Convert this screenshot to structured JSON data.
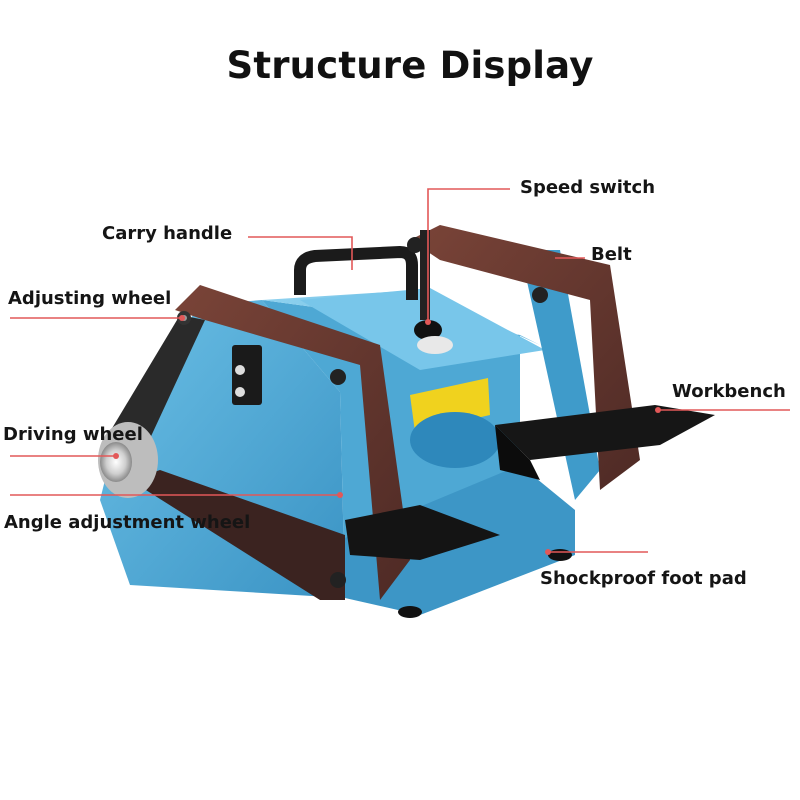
{
  "title": "Structure Display",
  "colors": {
    "body_blue": "#4fa9d6",
    "belt_brown": "#6b3a32",
    "leader_red": "#e25858",
    "black_part": "#1b1b1b",
    "motor_yellow": "#f0d21e"
  },
  "labels": {
    "speed_switch": "Speed switch",
    "carry_handle": "Carry handle",
    "belt": "Belt",
    "adjusting_wheel": "Adjusting wheel",
    "workbench": "Workbench",
    "driving_wheel": "Driving wheel",
    "angle_adjustment_wheel": "Angle adjustment wheel",
    "shockproof_foot_pad": "Shockproof foot pad"
  }
}
